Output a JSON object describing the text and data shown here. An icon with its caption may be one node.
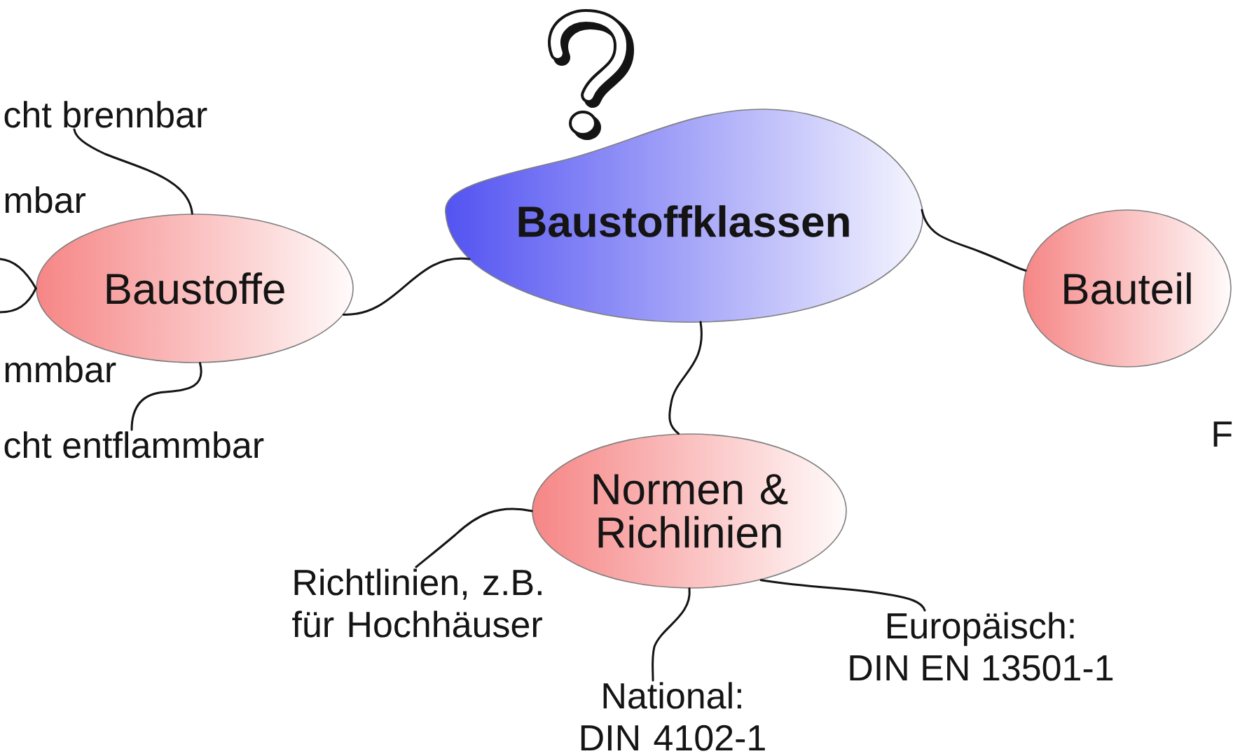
{
  "diagram": {
    "nodes": [
      {
        "text": [
          "Baustoffklassen"
        ]
      },
      {
        "text": [
          "Baustoffe"
        ]
      },
      {
        "text": [
          "Bauteil"
        ]
      },
      {
        "text": [
          "Normen & Richlinien"
        ]
      },
      {
        "text": [
          "cht brennbar"
        ]
      },
      {
        "text": [
          "cht entflammbar"
        ]
      },
      {
        "text": [
          "Richtlinien, z.B. für Hochhäuser"
        ]
      },
      {
        "text": [
          "National: DIN 4102-1"
        ]
      },
      {
        "text": [
          "Europäisch: DIN EN 13501-1"
        ]
      }
    ],
    "edges": [
      {
        "from": 0,
        "to": 1,
        "arrow": "none"
      },
      {
        "from": 0,
        "to": 2,
        "arrow": "none"
      },
      {
        "from": 0,
        "to": 3,
        "arrow": "none"
      },
      {
        "from": 1,
        "to": 4,
        "arrow": "none"
      },
      {
        "from": 1,
        "to": null,
        "arrow": "none"
      },
      {
        "from": 1,
        "to": null,
        "arrow": "none"
      },
      {
        "from": 1,
        "to": 5,
        "arrow": "none"
      },
      {
        "from": 3,
        "to": 6,
        "arrow": "none"
      },
      {
        "from": 3,
        "to": 7,
        "arrow": "none"
      },
      {
        "from": 3,
        "to": 8,
        "arrow": "none"
      }
    ],
    "labels": [
      "mbar",
      "mmbar",
      "F"
    ]
  }
}
